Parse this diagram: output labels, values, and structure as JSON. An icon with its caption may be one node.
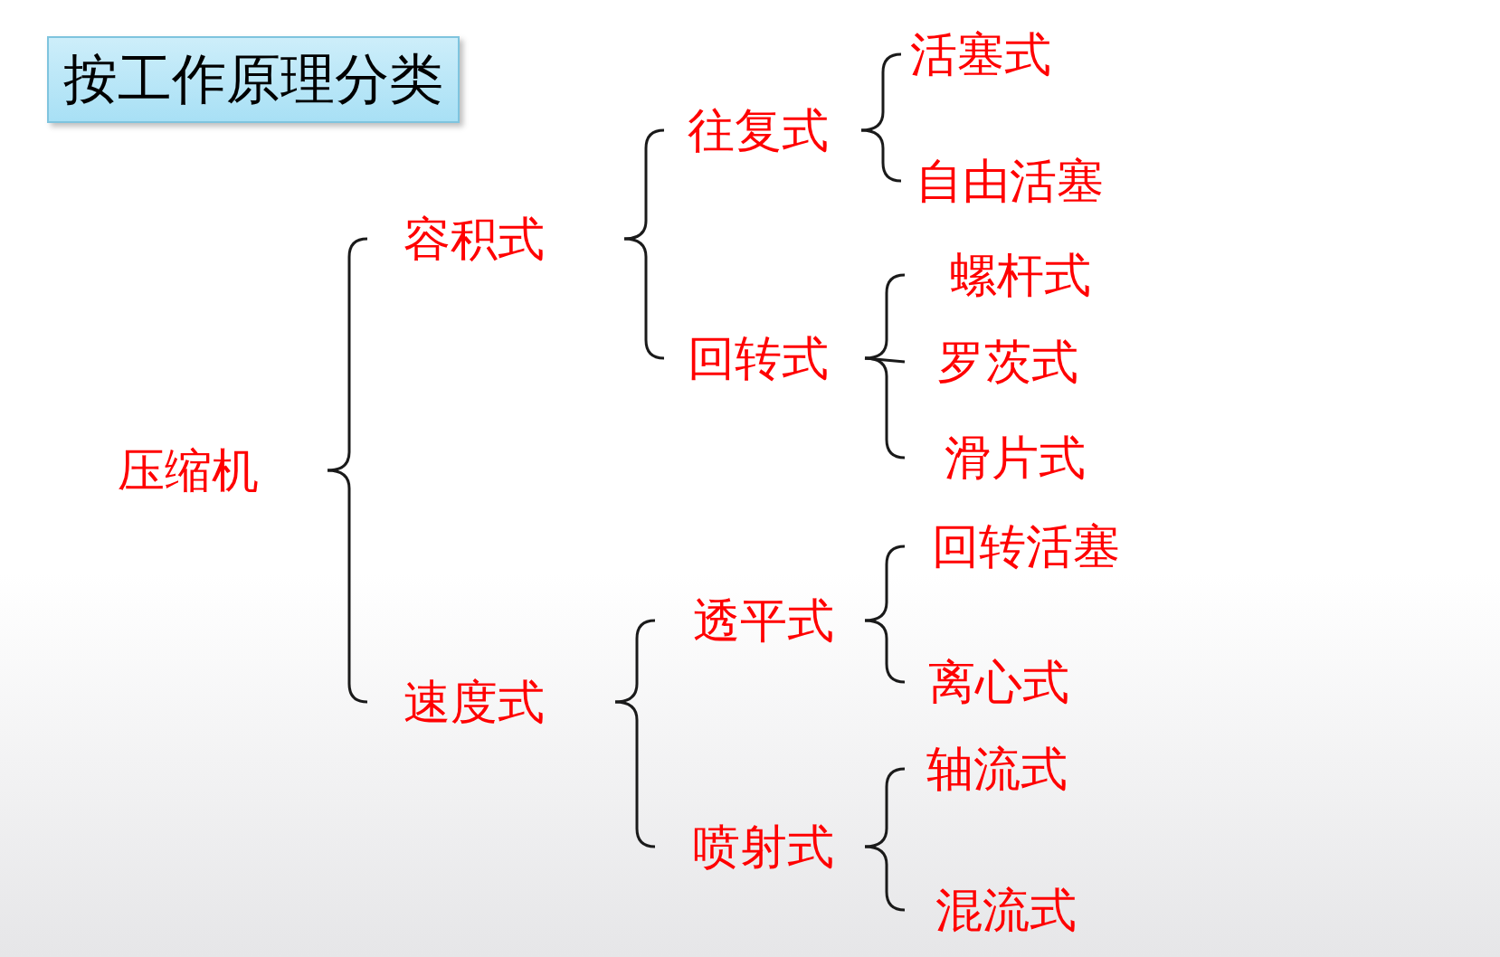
{
  "diagram": {
    "title": "按工作原理分类",
    "nodes": [
      {
        "text": [
          "压缩机"
        ]
      },
      {
        "text": [
          "容积式"
        ]
      },
      {
        "text": [
          "速度式"
        ]
      },
      {
        "text": [
          "往复式"
        ]
      },
      {
        "text": [
          "回转式"
        ]
      },
      {
        "text": [
          "透平式"
        ]
      },
      {
        "text": [
          "喷射式"
        ]
      },
      {
        "text": [
          "活塞式"
        ]
      },
      {
        "text": [
          "自由活塞"
        ]
      },
      {
        "text": [
          "螺杆式"
        ]
      },
      {
        "text": [
          "罗茨式"
        ]
      },
      {
        "text": [
          "滑片式"
        ]
      },
      {
        "text": [
          "回转活塞"
        ]
      },
      {
        "text": [
          "离心式"
        ]
      },
      {
        "text": [
          "轴流式"
        ]
      },
      {
        "text": [
          "混流式"
        ]
      }
    ],
    "edges": [
      {
        "from": 0,
        "to": 1,
        "arrow": "none"
      },
      {
        "from": 0,
        "to": 2,
        "arrow": "none"
      },
      {
        "from": 1,
        "to": 3,
        "arrow": "none"
      },
      {
        "from": 1,
        "to": 4,
        "arrow": "none"
      },
      {
        "from": 2,
        "to": 5,
        "arrow": "none"
      },
      {
        "from": 2,
        "to": 6,
        "arrow": "none"
      },
      {
        "from": 3,
        "to": 7,
        "arrow": "none"
      },
      {
        "from": 3,
        "to": 8,
        "arrow": "none"
      },
      {
        "from": 4,
        "to": 9,
        "arrow": "none"
      },
      {
        "from": 4,
        "to": 10,
        "arrow": "none"
      },
      {
        "from": 4,
        "to": 11,
        "arrow": "none"
      },
      {
        "from": 5,
        "to": 12,
        "arrow": "none"
      },
      {
        "from": 5,
        "to": 13,
        "arrow": "none"
      },
      {
        "from": 6,
        "to": 14,
        "arrow": "none"
      },
      {
        "from": 6,
        "to": 15,
        "arrow": "none"
      }
    ]
  }
}
